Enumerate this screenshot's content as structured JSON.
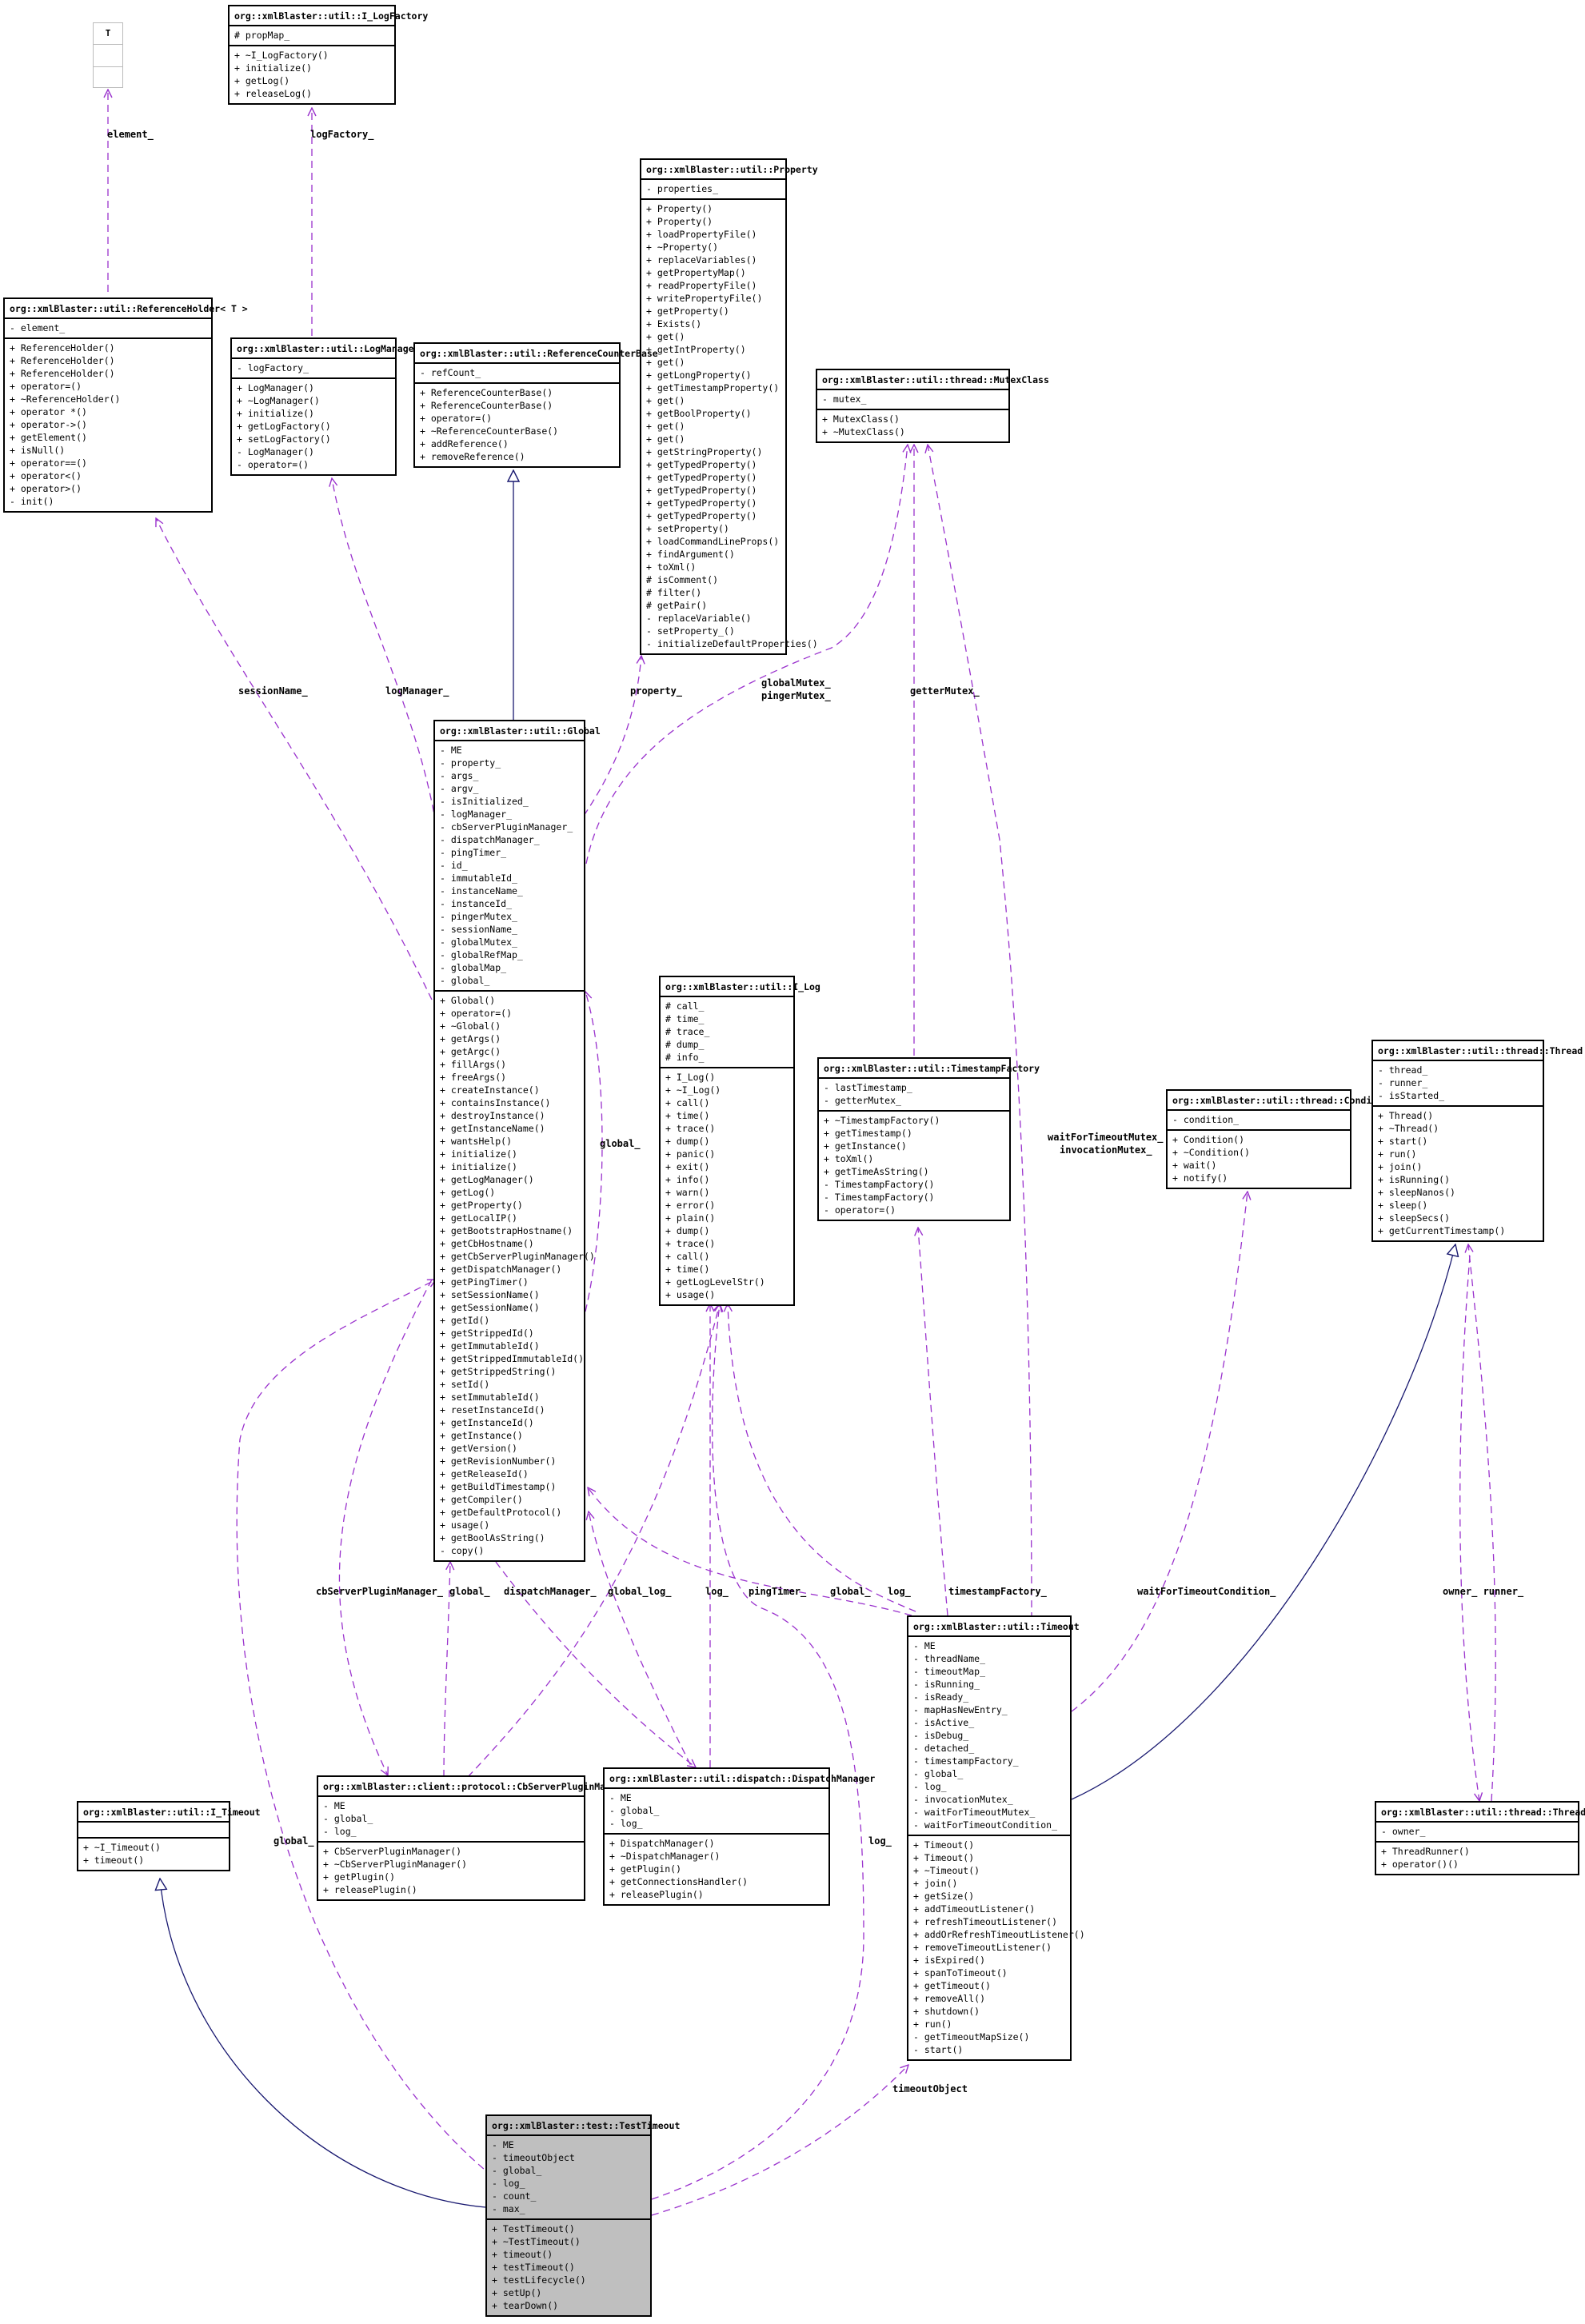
{
  "template": {
    "name": "T"
  },
  "classes": {
    "ilogfactory": {
      "name": "org::xmlBlaster::util::I_LogFactory",
      "attributes": [
        "# propMap_"
      ],
      "operations": [
        "+ ~I_LogFactory()",
        "+ initialize()",
        "+ getLog()",
        "+ releaseLog()"
      ]
    },
    "property": {
      "name": "org::xmlBlaster::util::Property",
      "attributes": [
        "- properties_"
      ],
      "operations": [
        "+ Property()",
        "+ Property()",
        "+ loadPropertyFile()",
        "+ ~Property()",
        "+ replaceVariables()",
        "+ getPropertyMap()",
        "+ readPropertyFile()",
        "+ writePropertyFile()",
        "+ getProperty()",
        "+ Exists()",
        "+ get()",
        "+ getIntProperty()",
        "+ get()",
        "+ getLongProperty()",
        "+ getTimestampProperty()",
        "+ get()",
        "+ getBoolProperty()",
        "+ get()",
        "+ get()",
        "+ getStringProperty()",
        "+ getTypedProperty()",
        "+ getTypedProperty()",
        "+ getTypedProperty()",
        "+ getTypedProperty()",
        "+ getTypedProperty()",
        "+ setProperty()",
        "+ loadCommandLineProps()",
        "+ findArgument()",
        "+ toXml()",
        "# isComment()",
        "# filter()",
        "# getPair()",
        "- replaceVariable()",
        "- setProperty_()",
        "- initializeDefaultProperties()"
      ]
    },
    "referenceholder": {
      "name": "org::xmlBlaster::util::ReferenceHolder< T >",
      "attributes": [
        "- element_"
      ],
      "operations": [
        "+ ReferenceHolder()",
        "+ ReferenceHolder()",
        "+ ReferenceHolder()",
        "+ operator=()",
        "+ ~ReferenceHolder()",
        "+ operator *()",
        "+ operator->()",
        "+ getElement()",
        "+ isNull()",
        "+ operator==()",
        "+ operator<()",
        "+ operator>()",
        "- init()"
      ]
    },
    "logmanager": {
      "name": "org::xmlBlaster::util::LogManager",
      "attributes": [
        "- logFactory_"
      ],
      "operations": [
        "+ LogManager()",
        "+ ~LogManager()",
        "+ initialize()",
        "+ getLogFactory()",
        "+ setLogFactory()",
        "- LogManager()",
        "- operator=()"
      ]
    },
    "referencecounterbase": {
      "name": "org::xmlBlaster::util::ReferenceCounterBase",
      "attributes": [
        "- refCount_"
      ],
      "operations": [
        "+ ReferenceCounterBase()",
        "+ ReferenceCounterBase()",
        "+ operator=()",
        "+ ~ReferenceCounterBase()",
        "+ addReference()",
        "+ removeReference()"
      ]
    },
    "mutexclass": {
      "name": "org::xmlBlaster::util::thread::MutexClass",
      "attributes": [
        "- mutex_"
      ],
      "operations": [
        "+ MutexClass()",
        "+ ~MutexClass()"
      ]
    },
    "global": {
      "name": "org::xmlBlaster::util::Global",
      "attributes": [
        "- ME",
        "- property_",
        "- args_",
        "- argv_",
        "- isInitialized_",
        "- logManager_",
        "- cbServerPluginManager_",
        "- dispatchManager_",
        "- pingTimer_",
        "- id_",
        "- immutableId_",
        "- instanceName_",
        "- instanceId_",
        "- pingerMutex_",
        "- sessionName_",
        "- globalMutex_",
        "- globalRefMap_",
        "- globalMap_",
        "- global_"
      ],
      "operations": [
        "+ Global()",
        "+ operator=()",
        "+ ~Global()",
        "+ getArgs()",
        "+ getArgc()",
        "+ fillArgs()",
        "+ freeArgs()",
        "+ createInstance()",
        "+ containsInstance()",
        "+ destroyInstance()",
        "+ getInstanceName()",
        "+ wantsHelp()",
        "+ initialize()",
        "+ initialize()",
        "+ getLogManager()",
        "+ getLog()",
        "+ getProperty()",
        "+ getLocalIP()",
        "+ getBootstrapHostname()",
        "+ getCbHostname()",
        "+ getCbServerPluginManager()",
        "+ getDispatchManager()",
        "+ getPingTimer()",
        "+ setSessionName()",
        "+ getSessionName()",
        "+ getId()",
        "+ getStrippedId()",
        "+ getImmutableId()",
        "+ getStrippedImmutableId()",
        "+ getStrippedString()",
        "+ setId()",
        "+ setImmutableId()",
        "+ resetInstanceId()",
        "+ getInstanceId()",
        "+ getInstance()",
        "+ getVersion()",
        "+ getRevisionNumber()",
        "+ getReleaseId()",
        "+ getBuildTimestamp()",
        "+ getCompiler()",
        "+ getDefaultProtocol()",
        "+ usage()",
        "+ getBoolAsString()",
        "- copy()"
      ]
    },
    "ilog": {
      "name": "org::xmlBlaster::util::I_Log",
      "attributes": [
        "# call_",
        "# time_",
        "# trace_",
        "# dump_",
        "# info_"
      ],
      "operations": [
        "+ I_Log()",
        "+ ~I_Log()",
        "+ call()",
        "+ time()",
        "+ trace()",
        "+ dump()",
        "+ panic()",
        "+ exit()",
        "+ info()",
        "+ warn()",
        "+ error()",
        "+ plain()",
        "+ dump()",
        "+ trace()",
        "+ call()",
        "+ time()",
        "+ getLogLevelStr()",
        "+ usage()"
      ]
    },
    "timestampfactory": {
      "name": "org::xmlBlaster::util::TimestampFactory",
      "attributes": [
        "- lastTimestamp_",
        "- getterMutex_"
      ],
      "operations": [
        "+ ~TimestampFactory()",
        "+ getTimestamp()",
        "+ getInstance()",
        "+ toXml()",
        "+ getTimeAsString()",
        "- TimestampFactory()",
        "- TimestampFactory()",
        "- operator=()"
      ]
    },
    "condition": {
      "name": "org::xmlBlaster::util::thread::Condition",
      "attributes": [
        "- condition_"
      ],
      "operations": [
        "+ Condition()",
        "+ ~Condition()",
        "+ wait()",
        "+ notify()"
      ]
    },
    "thread": {
      "name": "org::xmlBlaster::util::thread::Thread",
      "attributes": [
        "- thread_",
        "- runner_",
        "- isStarted_"
      ],
      "operations": [
        "+ Thread()",
        "+ ~Thread()",
        "+ start()",
        "+ run()",
        "+ join()",
        "+ isRunning()",
        "+ sleepNanos()",
        "+ sleep()",
        "+ sleepSecs()",
        "+ getCurrentTimestamp()"
      ]
    },
    "timeout": {
      "name": "org::xmlBlaster::util::Timeout",
      "attributes": [
        "- ME",
        "- threadName_",
        "- timeoutMap_",
        "- isRunning_",
        "- isReady_",
        "- mapHasNewEntry_",
        "- isActive_",
        "- isDebug_",
        "- detached_",
        "- timestampFactory_",
        "- global_",
        "- log_",
        "- invocationMutex_",
        "- waitForTimeoutMutex_",
        "- waitForTimeoutCondition_"
      ],
      "operations": [
        "+ Timeout()",
        "+ Timeout()",
        "+ ~Timeout()",
        "+ join()",
        "+ getSize()",
        "+ addTimeoutListener()",
        "+ refreshTimeoutListener()",
        "+ addOrRefreshTimeoutListener()",
        "+ removeTimeoutListener()",
        "+ isExpired()",
        "+ spanToTimeout()",
        "+ getTimeout()",
        "+ removeAll()",
        "+ shutdown()",
        "+ run()",
        "- getTimeoutMapSize()",
        "- start()"
      ]
    },
    "itimeout": {
      "name": "org::xmlBlaster::util::I_Timeout",
      "attributes": [],
      "operations": [
        "+ ~I_Timeout()",
        "+ timeout()"
      ]
    },
    "cbserverpluginmanager": {
      "name": "org::xmlBlaster::client::protocol::CbServerPluginManager",
      "attributes": [
        "- ME",
        "- global_",
        "- log_"
      ],
      "operations": [
        "+ CbServerPluginManager()",
        "+ ~CbServerPluginManager()",
        "+ getPlugin()",
        "+ releasePlugin()"
      ]
    },
    "dispatchmanager": {
      "name": "org::xmlBlaster::util::dispatch::DispatchManager",
      "attributes": [
        "- ME",
        "- global_",
        "- log_"
      ],
      "operations": [
        "+ DispatchManager()",
        "+ ~DispatchManager()",
        "+ getPlugin()",
        "+ getConnectionsHandler()",
        "+ releasePlugin()"
      ]
    },
    "threadrunner": {
      "name": "org::xmlBlaster::util::thread::ThreadRunner",
      "attributes": [
        "- owner_"
      ],
      "operations": [
        "+ ThreadRunner()",
        "+ operator()()"
      ]
    },
    "testtimeout": {
      "name": "org::xmlBlaster::test::TestTimeout",
      "attributes": [
        "- ME",
        "- timeoutObject",
        "- global_",
        "- log_",
        "- count_",
        "- max_"
      ],
      "operations": [
        "+ TestTimeout()",
        "+ ~TestTimeout()",
        "+ timeout()",
        "+ testTimeout()",
        "+ testLifecycle()",
        "+ setUp()",
        "+ tearDown()"
      ]
    }
  },
  "edge_labels": {
    "element": "element_",
    "logfactory": "logFactory_",
    "sessionname": "sessionName_",
    "logmanager": "logManager_",
    "property": "property_",
    "globalmutex": "globalMutex_",
    "pingermutex": "pingerMutex_",
    "gettermutex": "getterMutex_",
    "global_right": "global_",
    "waitfortimeoutmutex": "waitForTimeoutMutex_",
    "invocationmutex": "invocationMutex_",
    "cbserverpluginmanager": "cbServerPluginManager_",
    "global_cb": "global_",
    "dispatchmanager": "dispatchManager_",
    "global_log": "global_log_",
    "log_a": "log_",
    "pingtimer": "pingTimer_",
    "global_timeout": "global_",
    "log_b": "log_",
    "timestampfactory": "timestampFactory_",
    "waitfortimeoutcondition": "waitForTimeoutCondition_",
    "owner_runner": "owner_ runner_",
    "global_left": "global_",
    "log_c": "log_",
    "timeoutobject": "timeoutObject"
  },
  "colors": {
    "dependency": "#9a32cd",
    "inheritance": "#191970",
    "highlight": "#bfbfbf"
  }
}
